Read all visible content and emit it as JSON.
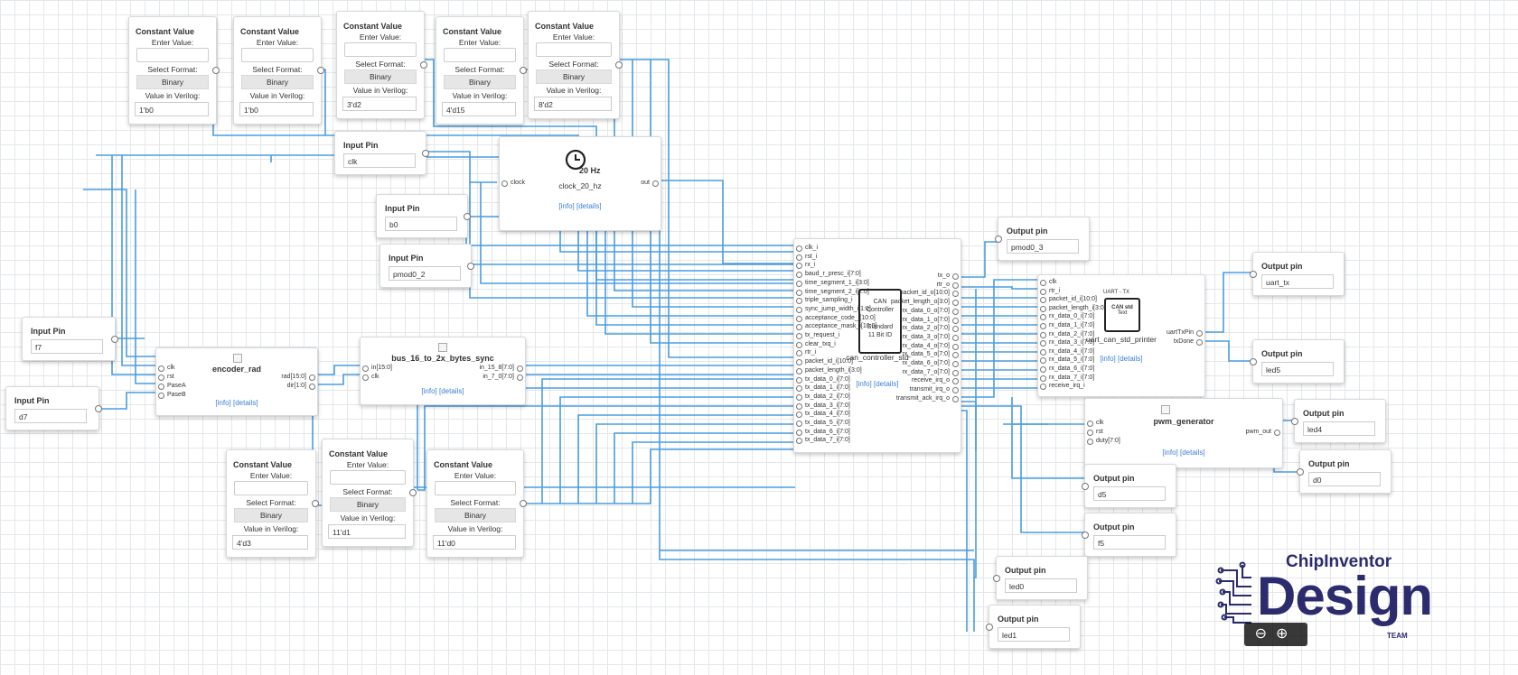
{
  "constant_values": [
    {
      "title": "Constant Value",
      "enter_label": "Enter Value:",
      "format_label": "Select Format:",
      "format": "Binary",
      "verilog_label": "Value in Verilog:",
      "verilog": "1'b0"
    },
    {
      "title": "Constant Value",
      "enter_label": "Enter Value:",
      "format_label": "Select Format:",
      "format": "Binary",
      "verilog_label": "Value in Verilog:",
      "verilog": "1'b0"
    },
    {
      "title": "Constant Value",
      "enter_label": "Enter Value:",
      "format_label": "Select Format:",
      "format": "Binary",
      "verilog_label": "Value in Verilog:",
      "verilog": "3'd2"
    },
    {
      "title": "Constant Value",
      "enter_label": "Enter Value:",
      "format_label": "Select Format:",
      "format": "Binary",
      "verilog_label": "Value in Verilog:",
      "verilog": "4'd15"
    },
    {
      "title": "Constant Value",
      "enter_label": "Enter Value:",
      "format_label": "Select Format:",
      "format": "Binary",
      "verilog_label": "Value in Verilog:",
      "verilog": "8'd2"
    },
    {
      "title": "Constant Value",
      "enter_label": "Enter Value:",
      "format_label": "Select Format:",
      "format": "Binary",
      "verilog_label": "Value in Verilog:",
      "verilog": "4'd3"
    },
    {
      "title": "Constant Value",
      "enter_label": "Enter Value:",
      "format_label": "Select Format:",
      "format": "Binary",
      "verilog_label": "Value in Verilog:",
      "verilog": "11'd1"
    },
    {
      "title": "Constant Value",
      "enter_label": "Enter Value:",
      "format_label": "Select Format:",
      "format": "Binary",
      "verilog_label": "Value in Verilog:",
      "verilog": "11'd0"
    }
  ],
  "input_pins": [
    {
      "title": "Input Pin",
      "value": "clk"
    },
    {
      "title": "Input Pin",
      "value": "b0"
    },
    {
      "title": "Input Pin",
      "value": "pmod0_2"
    },
    {
      "title": "Input Pin",
      "value": "f7"
    },
    {
      "title": "Input Pin",
      "value": "d7"
    }
  ],
  "output_pins": [
    {
      "title": "Output pin",
      "value": "pmod0_3"
    },
    {
      "title": "Output pin",
      "value": "uart_tx"
    },
    {
      "title": "Output pin",
      "value": "led5"
    },
    {
      "title": "Output pin",
      "value": "led4"
    },
    {
      "title": "Output pin",
      "value": "d0"
    },
    {
      "title": "Output pin",
      "value": "d5"
    },
    {
      "title": "Output pin",
      "value": "f5"
    },
    {
      "title": "Output pin",
      "value": "led0"
    },
    {
      "title": "Output pin",
      "value": "led1"
    }
  ],
  "clock": {
    "freq": "20 Hz",
    "port_in": "clock",
    "port_out": "out",
    "name": "clock_20_hz",
    "info": "[info]",
    "details": "[details]"
  },
  "encoder": {
    "name": "encoder_rad",
    "inputs": [
      "clk",
      "rst",
      "PaseA",
      "PaseB"
    ],
    "outputs": [
      "rad[15:0]",
      "dir[1:0]"
    ],
    "info": "[info]",
    "details": "[details]"
  },
  "bus": {
    "name": "bus_16_to_2x_bytes_sync",
    "inputs": [
      "in[15:0]",
      "clk"
    ],
    "outputs": [
      "in_15_8[7:0]",
      "in_7_0[7:0]"
    ],
    "info": "[info]",
    "details": "[details]"
  },
  "can": {
    "name": "can_controller_std",
    "icon_lines": [
      "CAN",
      "Controller",
      "Standard",
      "11 Bit ID"
    ],
    "inputs": [
      "clk_i",
      "rst_i",
      "rx_i",
      "baud_r_presc_i[7:0]",
      "time_segment_1_i[3:0]",
      "time_segment_2_i[2:0]",
      "triple_sampling_i",
      "sync_jump_width_i[1:0]",
      "acceptance_code_i[10:0]",
      "acceptance_mask_i[10:0]",
      "tx_request_i",
      "clear_txq_i",
      "rtr_i",
      "packet_id_i[10:0]",
      "packet_length_i[3:0]",
      "tx_data_0_i[7:0]",
      "tx_data_1_i[7:0]",
      "tx_data_2_i[7:0]",
      "tx_data_3_i[7:0]",
      "tx_data_4_i[7:0]",
      "tx_data_5_i[7:0]",
      "tx_data_6_i[7:0]",
      "tx_data_7_i[7:0]"
    ],
    "outputs": [
      "tx_o",
      "rtr_o",
      "packet_id_o[10:0]",
      "packet_length_o[3:0]",
      "rx_data_0_o[7:0]",
      "rx_data_1_o[7:0]",
      "rx_data_2_o[7:0]",
      "rx_data_3_o[7:0]",
      "rx_data_4_o[7:0]",
      "rx_data_5_o[7:0]",
      "rx_data_6_o[7:0]",
      "rx_data_7_o[7:0]",
      "receive_irq_o",
      "transmit_irq_o",
      "transmit_ack_irq_o"
    ],
    "info": "[info]",
    "details": "[details]"
  },
  "uart": {
    "name": "uart_can_std_printer",
    "icon_top": "UART - TX",
    "icon_lines": [
      "CAN std",
      "Text"
    ],
    "inputs": [
      "clk",
      "rtr_i",
      "packet_id_i[10:0]",
      "packet_length_i[3:0]",
      "rx_data_0_i[7:0]",
      "rx_data_1_i[7:0]",
      "rx_data_2_i[7:0]",
      "rx_data_3_i[7:0]",
      "rx_data_4_i[7:0]",
      "rx_data_5_i[7:0]",
      "rx_data_6_i[7:0]",
      "rx_data_7_i[7:0]",
      "receive_irq_i"
    ],
    "outputs": [
      "uartTxPin",
      "txDone"
    ],
    "info": "[info]",
    "details": "[details]"
  },
  "pwm": {
    "name": "pwm_generator",
    "inputs": [
      "clk",
      "rst",
      "duty[7:0]"
    ],
    "outputs": [
      "pwm_out"
    ],
    "info": "[info]",
    "details": "[details]"
  },
  "logo": {
    "line1": "ChipInventor",
    "line2": "Design",
    "line3": "TEAM"
  },
  "colors": {
    "wire": "#4a9de0",
    "logo": "#2b2b6e",
    "link": "#3b7fd4"
  }
}
